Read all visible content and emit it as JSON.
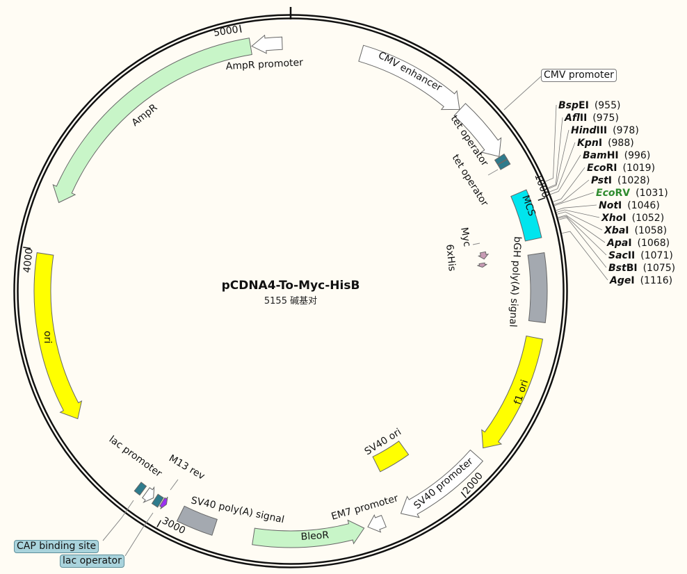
{
  "plasmid": {
    "name": "pCDNA4-To-Myc-HisB",
    "length_bp": 5155,
    "length_label": "5155 碱基对"
  },
  "ticks": [
    {
      "bp": 1000,
      "label": "1000"
    },
    {
      "bp": 2000,
      "label": "2000"
    },
    {
      "bp": 3000,
      "label": "3000"
    },
    {
      "bp": 4000,
      "label": "4000"
    },
    {
      "bp": 5000,
      "label": "5000"
    }
  ],
  "features": [
    {
      "name": "CMV enhancer",
      "start": 236,
      "end": 614,
      "strand": 1,
      "shape": "arrow",
      "color": "#ffffff"
    },
    {
      "name": "CMV promoter",
      "start": 615,
      "end": 818,
      "strand": 1,
      "shape": "arrow",
      "color": "#ffffff"
    },
    {
      "name": "tet operator",
      "start": 820,
      "end": 838,
      "strand": 1,
      "shape": "box",
      "color": "#2e7b8c"
    },
    {
      "name": "tet operator",
      "start": 840,
      "end": 858,
      "strand": 1,
      "shape": "box",
      "color": "#2e7b8c"
    },
    {
      "name": "MCS",
      "start": 955,
      "end": 1116,
      "strand": 0,
      "shape": "box",
      "color": "#00e5ee"
    },
    {
      "name": "Myc",
      "start": 1125,
      "end": 1154,
      "strand": 1,
      "shape": "arrow",
      "color": "#c79bb4"
    },
    {
      "name": "6xHis",
      "start": 1170,
      "end": 1187,
      "strand": 1,
      "shape": "arrow",
      "color": "#c79bb4"
    },
    {
      "name": "bGH poly(A) signal",
      "start": 1165,
      "end": 1390,
      "strand": 0,
      "shape": "box",
      "color": "#a4a9b0"
    },
    {
      "name": "f1 ori",
      "start": 1443,
      "end": 1850,
      "strand": 1,
      "shape": "arrow",
      "color": "#ffff00"
    },
    {
      "name": "SV40 promoter",
      "start": 1883,
      "end": 2200,
      "strand": 1,
      "shape": "arrow",
      "color": "#ffffff"
    },
    {
      "name": "SV40 ori",
      "start": 2065,
      "end": 2200,
      "strand": 0,
      "shape": "box",
      "color": "#ffff00"
    },
    {
      "name": "EM7 promoter",
      "start": 2262,
      "end": 2318,
      "strand": 1,
      "shape": "arrow",
      "color": "#ffffff"
    },
    {
      "name": "BleoR",
      "start": 2331,
      "end": 2701,
      "strand": -1,
      "shape": "arrow",
      "color": "#c8f5c8"
    },
    {
      "name": "SV40 poly(A) signal",
      "start": 2833,
      "end": 2954,
      "strand": 0,
      "shape": "box",
      "color": "#a4a9b0"
    },
    {
      "name": "M13 rev",
      "start": 3010,
      "end": 3026,
      "strand": -1,
      "shape": "arrow",
      "color": "#9b30f0"
    },
    {
      "name": "lac operator",
      "start": 3030,
      "end": 3052,
      "strand": 0,
      "shape": "box",
      "color": "#2e7b8c"
    },
    {
      "name": "lac promoter",
      "start": 3058,
      "end": 3088,
      "strand": -1,
      "shape": "arrow",
      "color": "#ffffff"
    },
    {
      "name": "CAP binding site",
      "start": 3100,
      "end": 3122,
      "strand": 0,
      "shape": "box",
      "color": "#2e7b8c"
    },
    {
      "name": "ori",
      "start": 3423,
      "end": 3990,
      "strand": -1,
      "shape": "arrow",
      "color": "#ffff00"
    },
    {
      "name": "AmpR",
      "start": 4166,
      "end": 5022,
      "strand": -1,
      "shape": "arrow",
      "color": "#c8f5c8"
    },
    {
      "name": "AmpR promoter",
      "start": 5026,
      "end": 5127,
      "strand": -1,
      "shape": "arrow",
      "color": "#ffffff"
    }
  ],
  "labels": {
    "cmv_enhancer": "CMV enhancer",
    "tet_operator_1": "tet operator",
    "tet_operator_2": "tet operator",
    "mcs": "MCS",
    "myc": "Myc",
    "his": "6xHis",
    "bgh": "bGH poly(A) signal",
    "f1_ori": "f1 ori",
    "sv40_promoter": "SV40 promoter",
    "sv40_ori": "SV40 ori",
    "em7": "EM7 promoter",
    "bleor": "BleoR",
    "sv40_polya": "SV40 poly(A) signal",
    "m13_rev": "M13 rev",
    "lac_promoter": "lac promoter",
    "ori": "ori",
    "ampr": "AmpR",
    "ampr_promoter": "AmpR promoter"
  },
  "callouts": {
    "cmv_promoter": "CMV promoter",
    "cap_binding_site": "CAP binding site",
    "lac_operator": "lac operator"
  },
  "sites": [
    {
      "italic": "Bsp",
      "rest": "EI",
      "pos": "(955)",
      "bp": 955
    },
    {
      "italic": "Afl",
      "rest": "II",
      "pos": "(975)",
      "bp": 975
    },
    {
      "italic": "Hind",
      "rest": "III",
      "pos": "(978)",
      "bp": 978
    },
    {
      "italic": "Kpn",
      "rest": "I",
      "pos": "(988)",
      "bp": 988
    },
    {
      "italic": "Bam",
      "rest": "HI",
      "pos": "(996)",
      "bp": 996
    },
    {
      "italic": "Eco",
      "rest": "RI",
      "pos": "(1019)",
      "bp": 1019
    },
    {
      "italic": "Pst",
      "rest": "I",
      "pos": "(1028)",
      "bp": 1028
    },
    {
      "italic": "Eco",
      "rest": "RV",
      "pos": "(1031)",
      "bp": 1031,
      "color": "#2e8b2e"
    },
    {
      "italic": "Not",
      "rest": "I",
      "pos": "(1046)",
      "bp": 1046
    },
    {
      "italic": "Xho",
      "rest": "I",
      "pos": "(1052)",
      "bp": 1052
    },
    {
      "italic": "Xba",
      "rest": "I",
      "pos": "(1058)",
      "bp": 1058
    },
    {
      "italic": "Apa",
      "rest": "I",
      "pos": "(1068)",
      "bp": 1068
    },
    {
      "italic": "Sac",
      "rest": "II",
      "pos": "(1071)",
      "bp": 1071
    },
    {
      "italic": "Bst",
      "rest": "BI",
      "pos": "(1075)",
      "bp": 1075
    },
    {
      "italic": "Age",
      "rest": "I",
      "pos": "(1116)",
      "bp": 1116
    }
  ]
}
